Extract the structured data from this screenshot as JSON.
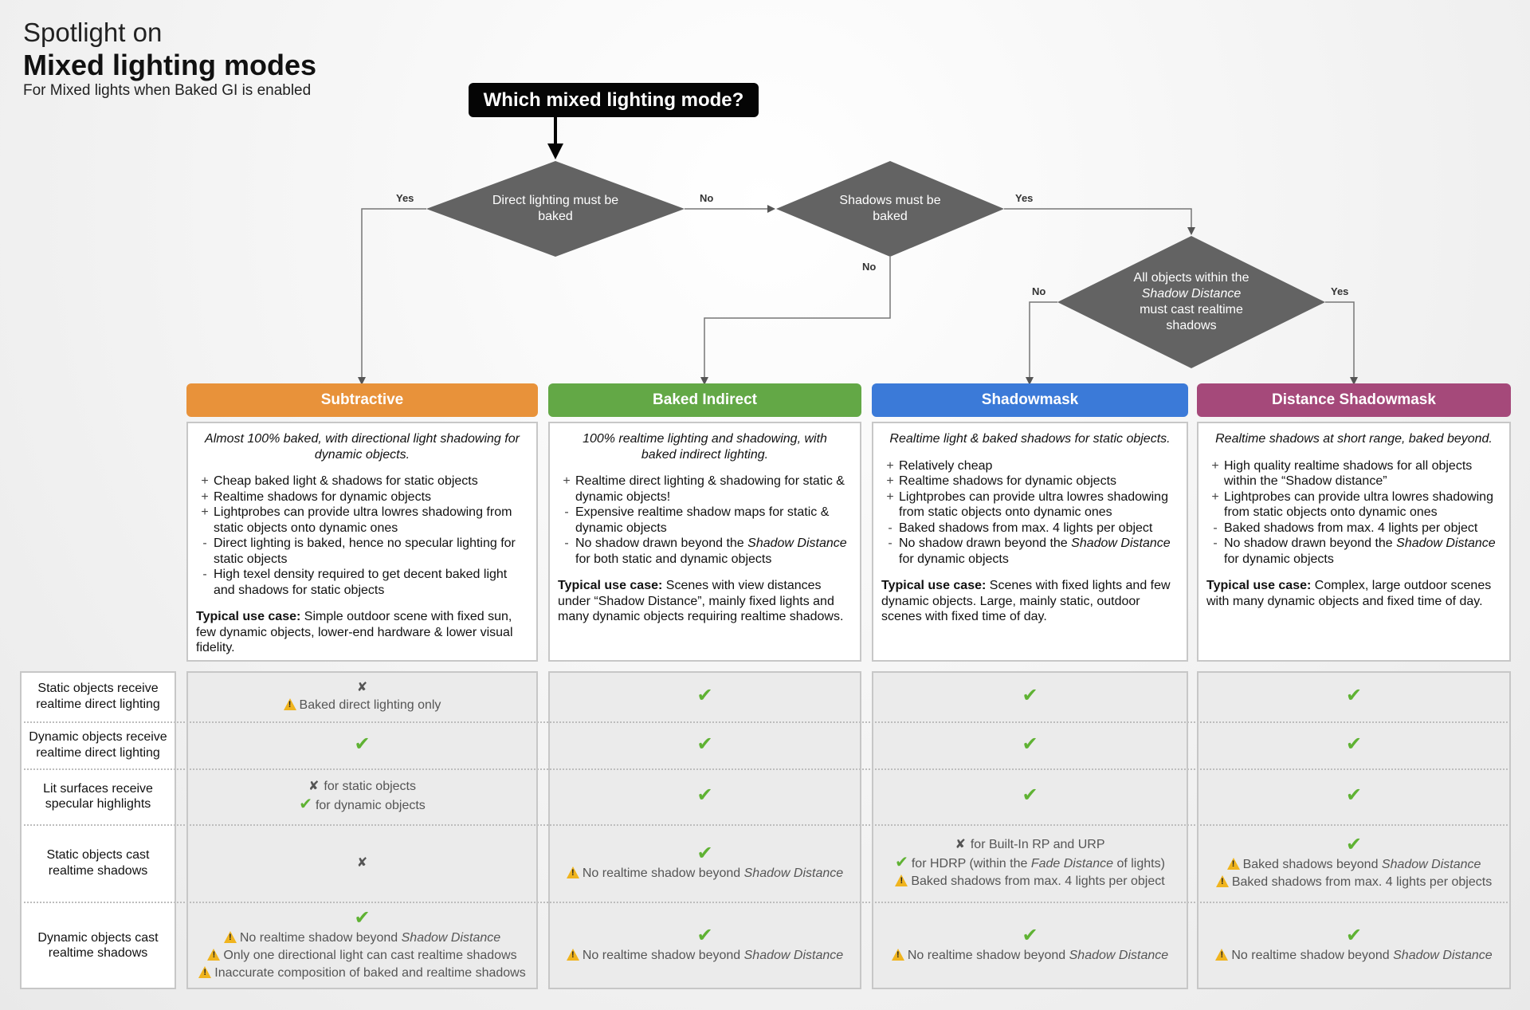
{
  "header": {
    "subtitle": "Spotlight on",
    "title": "Mixed lighting modes",
    "description": "For Mixed lights when Baked GI is enabled"
  },
  "flow": {
    "question": "Which mixed lighting mode?",
    "decision1": "Direct lighting must be baked",
    "decision2": "Shadows must be baked",
    "decision3_parts": [
      "All objects within the ",
      "Shadow Distance",
      " must cast realtime shadows"
    ],
    "labels": {
      "d1_yes": "Yes",
      "d1_no": "No",
      "d2_yes": "Yes",
      "d2_no": "No",
      "d3_no": "No",
      "d3_yes": "Yes"
    }
  },
  "colors": {
    "subtractive": "#e8923a",
    "baked_indirect": "#63a846",
    "shadowmask": "#3b7ad8",
    "distance_shadowmask": "#a5497a",
    "diamond": "#636363",
    "check": "#5fb233",
    "warning": "#f0b41e"
  },
  "modes": [
    {
      "name": "Subtractive",
      "summary": "Almost 100% baked, with directional light shadowing for dynamic objects.",
      "points": [
        {
          "mark": "+",
          "text": "Cheap baked light & shadows for static objects"
        },
        {
          "mark": "+",
          "text": "Realtime shadows for dynamic objects"
        },
        {
          "mark": "+",
          "text": "Lightprobes can provide ultra lowres shadowing from static objects onto dynamic ones"
        },
        {
          "mark": "-",
          "text": "Direct lighting is baked, hence no specular lighting for static objects"
        },
        {
          "mark": "-",
          "text": "High texel density required to get decent baked light and shadows for static objects"
        }
      ],
      "usecase_label": "Typical use case:",
      "usecase": "Simple outdoor scene with fixed sun, few dynamic objects, lower-end hardware & lower visual fidelity."
    },
    {
      "name": "Baked Indirect",
      "summary": "100% realtime lighting and shadowing, with baked indirect lighting.",
      "points": [
        {
          "mark": "+",
          "text": "Realtime direct lighting & shadowing for static & dynamic objects!"
        },
        {
          "mark": "-",
          "text": "Expensive realtime shadow maps for static & dynamic objects"
        },
        {
          "mark": "-",
          "text": "No shadow drawn beyond the |Shadow Distance| for both static and dynamic objects"
        }
      ],
      "usecase_label": "Typical use case:",
      "usecase": "Scenes with view distances under “Shadow Distance”, mainly fixed lights and many dynamic objects requiring realtime shadows."
    },
    {
      "name": "Shadowmask",
      "summary": "Realtime light & baked shadows for static objects.",
      "points": [
        {
          "mark": "+",
          "text": "Relatively cheap"
        },
        {
          "mark": "+",
          "text": "Realtime shadows for dynamic objects"
        },
        {
          "mark": "+",
          "text": "Lightprobes can provide ultra lowres shadowing from static objects onto dynamic ones"
        },
        {
          "mark": "-",
          "text": "Baked shadows from max. 4 lights per object"
        },
        {
          "mark": "-",
          "text": "No shadow drawn beyond the |Shadow Distance| for dynamic objects"
        }
      ],
      "usecase_label": "Typical use case:",
      "usecase": "Scenes with fixed lights and few dynamic objects. Large, mainly static, outdoor scenes with fixed time of day."
    },
    {
      "name": "Distance Shadowmask",
      "summary": "Realtime shadows at short range, baked beyond.",
      "points": [
        {
          "mark": "+",
          "text": "High quality realtime shadows for all objects within the “Shadow distance”"
        },
        {
          "mark": "+",
          "text": "Lightprobes can provide ultra lowres shadowing from static objects onto dynamic ones"
        },
        {
          "mark": "-",
          "text": "Baked shadows from max. 4 lights per object"
        },
        {
          "mark": "-",
          "text": "No shadow drawn beyond the |Shadow Distance| for dynamic objects"
        }
      ],
      "usecase_label": "Typical use case:",
      "usecase": "Complex, large outdoor scenes with many dynamic objects and fixed time of day."
    }
  ],
  "rows": [
    {
      "label": "Static objects receive realtime direct lighting",
      "cells": [
        [
          {
            "icon": "cross",
            "text": ""
          },
          {
            "icon": "warning",
            "text": "Baked direct lighting only"
          }
        ],
        [
          {
            "icon": "check",
            "text": ""
          }
        ],
        [
          {
            "icon": "check",
            "text": ""
          }
        ],
        [
          {
            "icon": "check",
            "text": ""
          }
        ]
      ]
    },
    {
      "label": "Dynamic objects receive realtime direct lighting",
      "cells": [
        [
          {
            "icon": "check",
            "text": ""
          }
        ],
        [
          {
            "icon": "check",
            "text": ""
          }
        ],
        [
          {
            "icon": "check",
            "text": ""
          }
        ],
        [
          {
            "icon": "check",
            "text": ""
          }
        ]
      ]
    },
    {
      "label": "Lit surfaces receive specular highlights",
      "cells": [
        [
          {
            "icon": "cross-inline",
            "text": "for static objects"
          },
          {
            "icon": "check-inline",
            "text": "for dynamic objects"
          }
        ],
        [
          {
            "icon": "check",
            "text": ""
          }
        ],
        [
          {
            "icon": "check",
            "text": ""
          }
        ],
        [
          {
            "icon": "check",
            "text": ""
          }
        ]
      ]
    },
    {
      "label": "Static objects cast realtime shadows",
      "cells": [
        [
          {
            "icon": "cross",
            "text": ""
          }
        ],
        [
          {
            "icon": "check",
            "text": ""
          },
          {
            "icon": "warning",
            "text": "No realtime shadow beyond |Shadow Distance|"
          }
        ],
        [
          {
            "icon": "cross-inline",
            "text": "for Built-In RP and URP"
          },
          {
            "icon": "check-inline",
            "text": "for HDRP (within the |Fade Distance| of lights)"
          },
          {
            "icon": "warning",
            "text": "Baked shadows from max. 4 lights per object"
          }
        ],
        [
          {
            "icon": "check",
            "text": ""
          },
          {
            "icon": "warning",
            "text": "Baked shadows beyond |Shadow Distance|"
          },
          {
            "icon": "warning",
            "text": "Baked shadows from max. 4 lights per objects"
          }
        ]
      ]
    },
    {
      "label": "Dynamic objects cast realtime shadows",
      "cells": [
        [
          {
            "icon": "check",
            "text": ""
          },
          {
            "icon": "warning",
            "text": "No realtime shadow beyond |Shadow Distance|"
          },
          {
            "icon": "warning",
            "text": "Only one directional light can cast realtime shadows"
          },
          {
            "icon": "warning",
            "text": "Inaccurate composition of baked and realtime shadows"
          }
        ],
        [
          {
            "icon": "check",
            "text": ""
          },
          {
            "icon": "warning",
            "text": "No realtime shadow beyond |Shadow Distance|"
          }
        ],
        [
          {
            "icon": "check",
            "text": ""
          },
          {
            "icon": "warning",
            "text": "No realtime shadow beyond |Shadow Distance|"
          }
        ],
        [
          {
            "icon": "check",
            "text": ""
          },
          {
            "icon": "warning",
            "text": "No realtime shadow beyond |Shadow Distance|"
          }
        ]
      ]
    }
  ]
}
